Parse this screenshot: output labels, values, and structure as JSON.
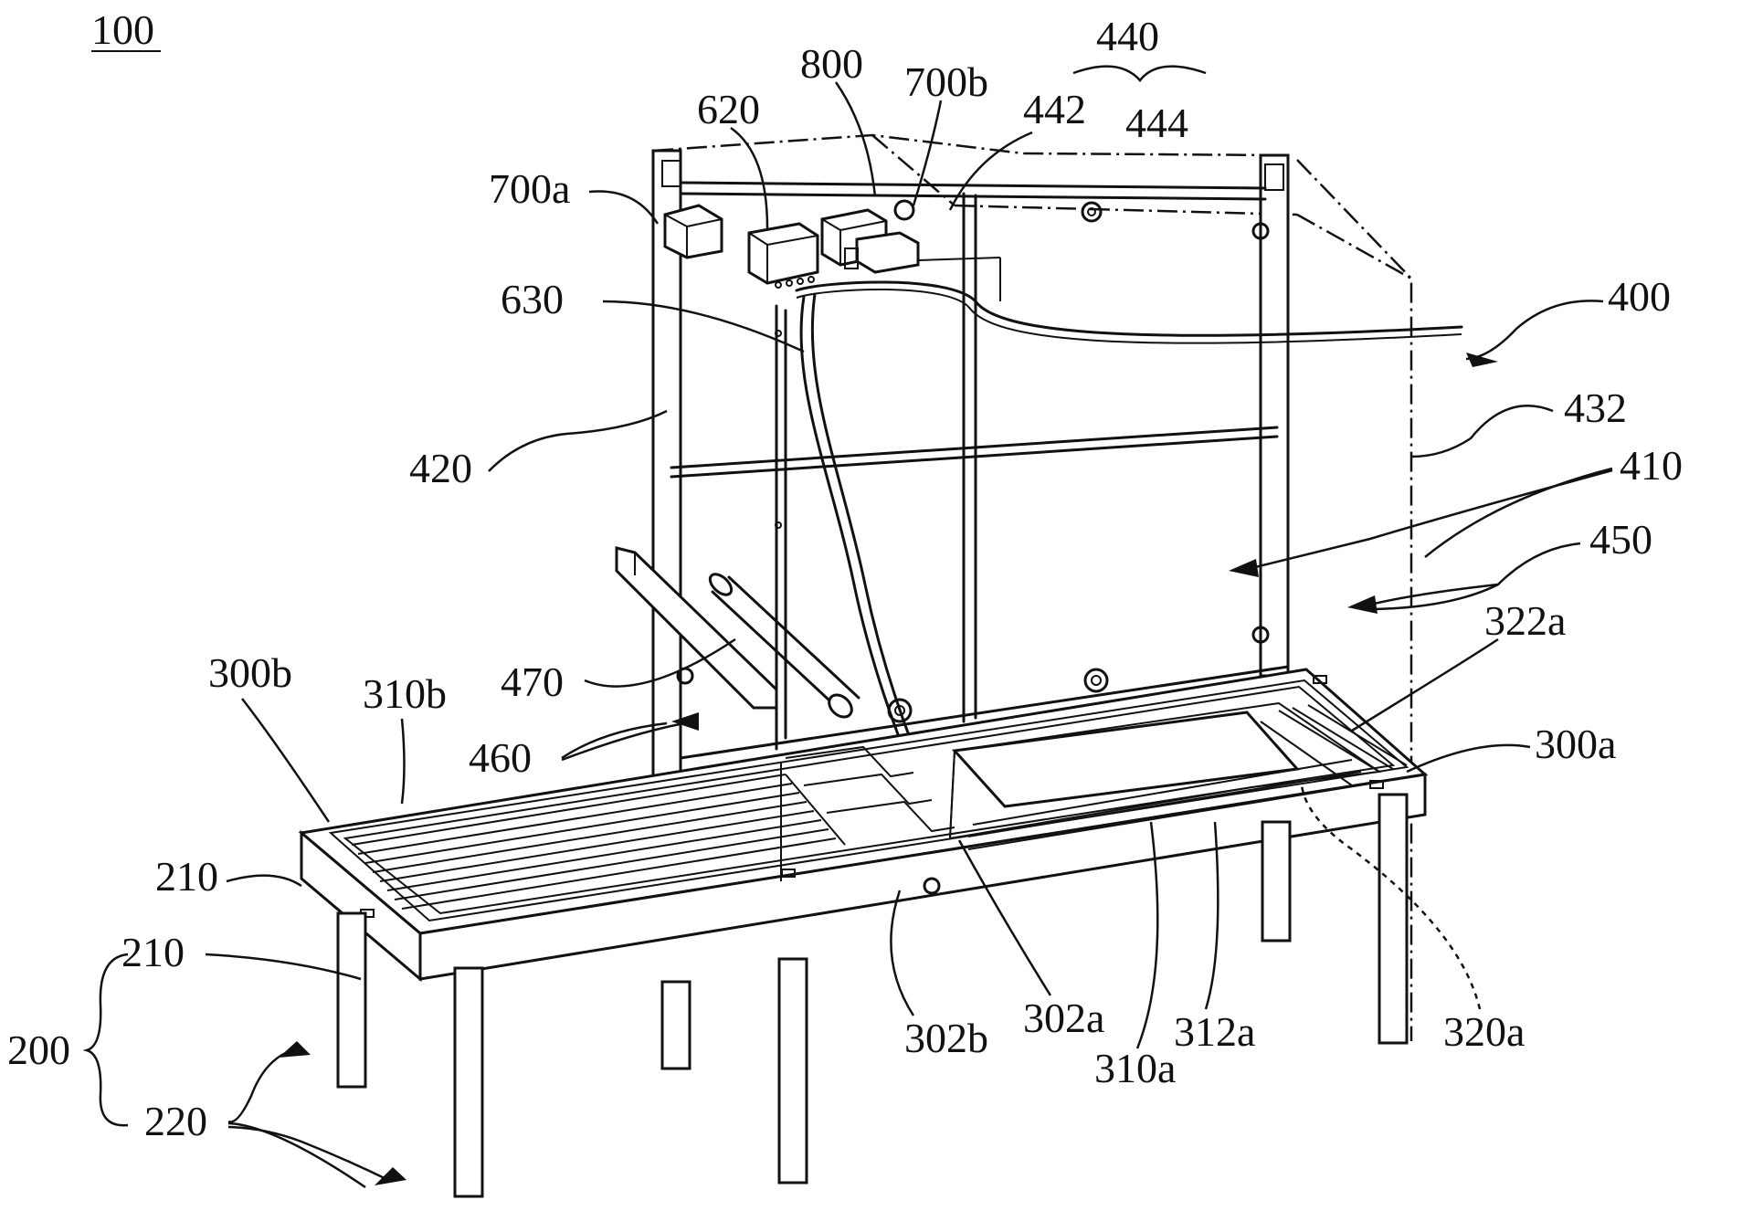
{
  "figure": {
    "ref_main": "100",
    "labels": {
      "l440": "440",
      "l800": "800",
      "l700b": "700b",
      "l442": "442",
      "l444": "444",
      "l620": "620",
      "l700a": "700a",
      "l630": "630",
      "l400": "400",
      "l432": "432",
      "l420": "420",
      "l410": "410",
      "l450": "450",
      "l322a": "322a",
      "l300b": "300b",
      "l310b": "310b",
      "l470": "470",
      "l460": "460",
      "l300a": "300a",
      "l210a": "210",
      "l210b": "210",
      "l200": "200",
      "l220": "220",
      "l302b": "302b",
      "l302a": "302a",
      "l312a": "312a",
      "l310a": "310a",
      "l320a": "320a"
    }
  }
}
